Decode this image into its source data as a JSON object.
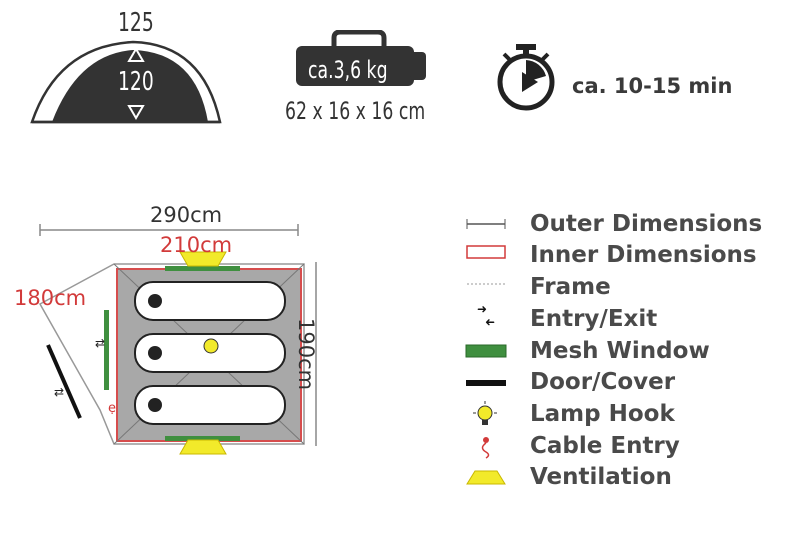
{
  "tent_height": {
    "outer": "125",
    "inner": "120"
  },
  "pack": {
    "weight": "ca.3,6 kg",
    "size": "62 x 16 x 16 cm"
  },
  "pitch_time": "ca. 10-15 min",
  "floorplan": {
    "outer_width": "290cm",
    "inner_width": "210cm",
    "vestibule_depth": "180cm",
    "length": "190cm"
  },
  "legend": [
    {
      "label": "Outer Dimensions",
      "icon": "outer-dimension-line"
    },
    {
      "label": "Inner Dimensions",
      "icon": "inner-dimension-rect"
    },
    {
      "label": "Frame",
      "icon": "frame-dotted-line"
    },
    {
      "label": "Entry/Exit",
      "icon": "entry-exit-arrows"
    },
    {
      "label": "Mesh Window",
      "icon": "mesh-window-bar"
    },
    {
      "label": "Door/Cover",
      "icon": "door-cover-bar"
    },
    {
      "label": "Lamp Hook",
      "icon": "lamp-icon"
    },
    {
      "label": "Cable Entry",
      "icon": "cable-entry-icon"
    },
    {
      "label": "Ventilation",
      "icon": "ventilation-icon"
    }
  ],
  "colors": {
    "text": "#3a3a3a",
    "inner": "#d23a3a",
    "mesh": "#3f8f3f",
    "vent": "#f2ea2a",
    "floor": "#a8a8a8"
  }
}
